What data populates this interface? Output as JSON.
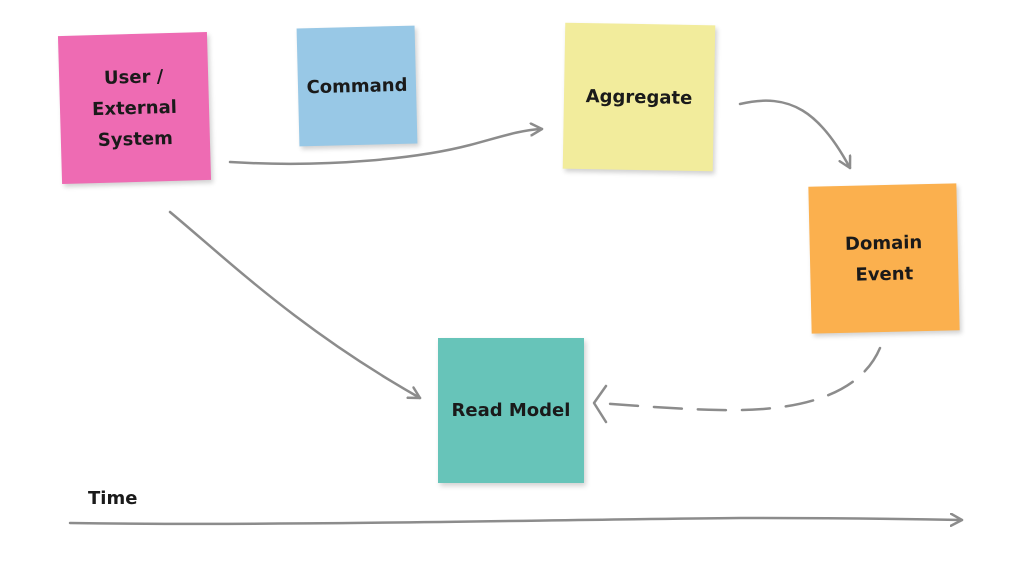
{
  "diagram": {
    "notes": {
      "user": {
        "label": "User /\nExternal\nSystem",
        "color": "#ee6bb3"
      },
      "command": {
        "label": "Command",
        "color": "#98c8e6"
      },
      "aggregate": {
        "label": "Aggregate",
        "color": "#f2ec9c"
      },
      "domain_event": {
        "label": "Domain\nEvent",
        "color": "#fbb04e"
      },
      "read_model": {
        "label": "Read Model",
        "color": "#67c4b9"
      }
    },
    "time_label": "Time",
    "arrow_color": "#8c8c8c"
  }
}
